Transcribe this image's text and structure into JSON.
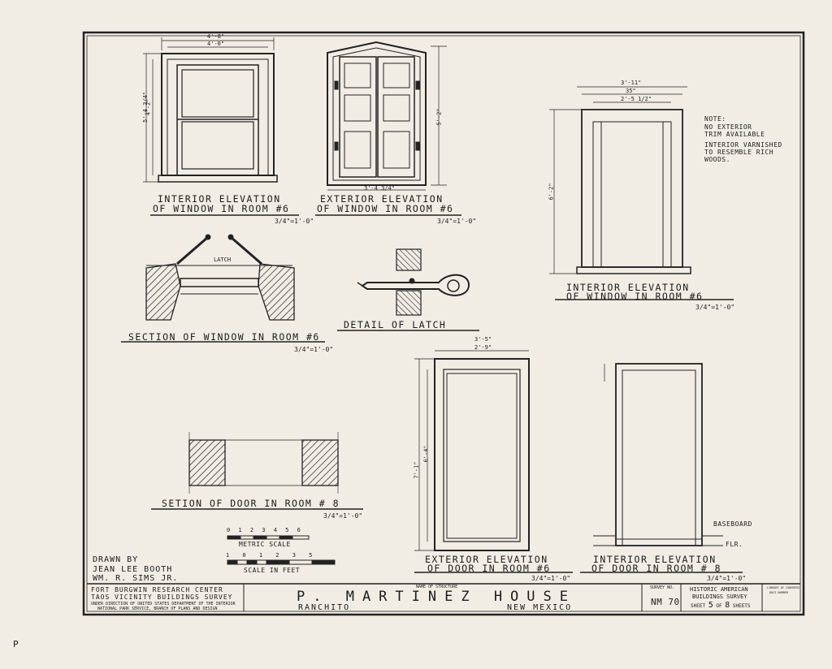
{
  "drawings": {
    "win_int_1": {
      "title1": "INTERIOR ELEVATION",
      "title2": "OF WINDOW IN ROOM #6",
      "scale": "3/4\"=1'-0\""
    },
    "win_ext": {
      "title1": "EXTERIOR ELEVATION",
      "title2": "OF WINDOW IN ROOM #6",
      "scale": "3/4\"=1'-0\""
    },
    "win_int_2": {
      "title1": "INTERIOR ELEVATION",
      "title2": "OF WINDOW IN ROOM #6",
      "scale": "3/4\"=1'-0\""
    },
    "win_section": {
      "title": "SECTION OF WINDOW IN ROOM #6",
      "scale": "3/4\"=1'-0\"",
      "latch_label": "LATCH"
    },
    "latch_detail": {
      "title": "DETAIL OF LATCH"
    },
    "door_section": {
      "title": "SETION OF DOOR IN ROOM # 8",
      "scale": "3/4\"=1'-0\""
    },
    "door_ext": {
      "title1": "EXTERIOR ELEVATION",
      "title2": "OF DOOR IN ROOM #6",
      "scale": "3/4\"=1'-0\""
    },
    "door_int": {
      "title1": "INTERIOR ELEVATION",
      "title2": "OF DOOR IN ROOM # 8",
      "scale": "3/4\"=1'-0\"",
      "baseboard_label": "BASEBOARD",
      "floor_label": "FLR."
    }
  },
  "note": {
    "heading": "NOTE:",
    "line1": "NO EXTERIOR",
    "line2": "TRIM AVAILABLE",
    "line3": "INTERIOR VARNISHED",
    "line4": "TO RESEMBLE RICH",
    "line5": "WOODS."
  },
  "dimensions": {
    "w1_top_outer": "4'-8\"",
    "w1_top_inner": "4'-0\"",
    "w1_height_outer": "5'-4 3/4\"",
    "w1_height_inner": "4'-2\"",
    "w2_width": "3'-4 3/4\"",
    "w2_height": "5'-2\"",
    "w3_top": "3'-11\"",
    "w3_mid": "35\"",
    "w3_inner": "2'-5 1/2\"",
    "w3_height": "6'-2\"",
    "d1_top": "3'-5\"",
    "d1_inner": "2'-9\"",
    "d1_height": "7'-1\"",
    "d1_inner_height": "6'-4\""
  },
  "scales": {
    "metric_ticks": "0  1  2  3  4  5  6",
    "metric_label": "METRIC SCALE",
    "feet_ticks": "1  0  1  2  3  5",
    "feet_label": "SCALE IN FEET"
  },
  "drawn_by": {
    "label": "DRAWN BY",
    "name1": "JEAN LEE BOOTH",
    "name2": "WM. R. SIMS JR."
  },
  "title_block": {
    "org1": "FORT BURGWIN RESEARCH CENTER",
    "org2": "TAOS VICINITY BUILDINGS SURVEY",
    "org3": "UNDER DIRECTION OF UNITED STATES DEPARTMENT OF THE INTERIOR",
    "org4": "NATIONAL PARK SERVICE, BRANCH OF PLANS AND DESIGN",
    "structure_caption": "NAME OF STRUCTURE",
    "structure_name": "P. MARTINEZ HOUSE",
    "location_town": "RANCHITO",
    "location_state": "NEW MEXICO",
    "survey_caption": "SURVEY NO.",
    "survey_no": "NM 70",
    "habs1": "HISTORIC AMERICAN",
    "habs2": "BUILDINGS SURVEY",
    "sheet_prefix": "SHEET",
    "sheet_no": "5",
    "sheet_of": "OF",
    "sheet_total": "8",
    "sheet_suffix": "SHEETS",
    "library_line1": "LIBRARY OF CONGRESS",
    "library_line2": "DOCS NUMBER"
  },
  "corner_mark": "P"
}
